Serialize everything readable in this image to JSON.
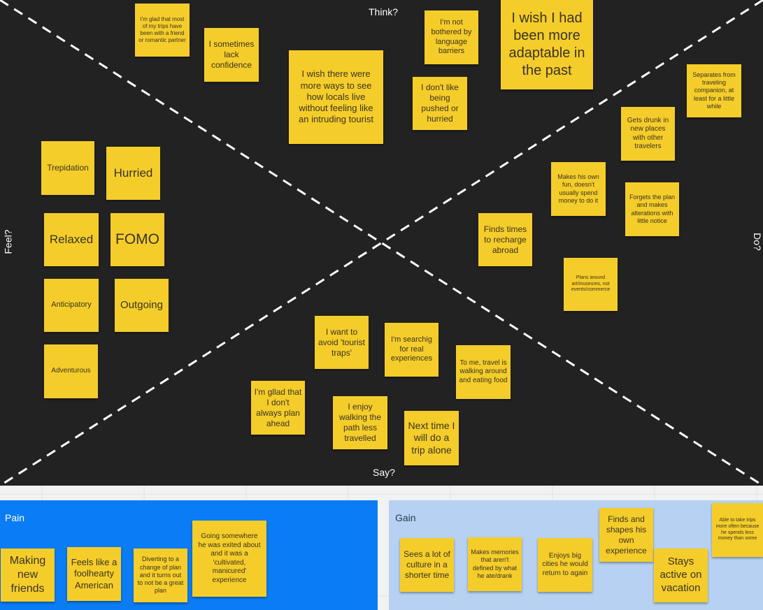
{
  "quadrants": {
    "think": "Think?",
    "do": "Do?",
    "say": "Say?",
    "feel": "Feel?"
  },
  "notes": [
    {
      "text": "I'm glad that most of my trips have been with a friend or romantic partner"
    },
    {
      "text": "I sometimes lack confidence"
    },
    {
      "text": "I wish there were more ways to see how locals live without feeling like an intruding tourist"
    },
    {
      "text": "I'm not bothered by language barriers"
    },
    {
      "text": "I don't like being pushed or hurried"
    },
    {
      "text": "I wish I had been more adaptable in the past"
    },
    {
      "text": "Separates from traveling companion, at least for a little while"
    },
    {
      "text": "Gets drunk in new places with other travelers"
    },
    {
      "text": "Makes his own fun, doesn't usually spend money to do it"
    },
    {
      "text": "Forgets the plan and makes alterations with little notice"
    },
    {
      "text": "Finds times to recharge abroad"
    },
    {
      "text": "Plans around art/museums, not events/commerce"
    },
    {
      "text": "Trepidation"
    },
    {
      "text": "Hurried"
    },
    {
      "text": "Relaxed"
    },
    {
      "text": "FOMO"
    },
    {
      "text": "Anticipatory"
    },
    {
      "text": "Outgoing"
    },
    {
      "text": "Adventurous"
    },
    {
      "text": "I want to avoid 'tourist traps'"
    },
    {
      "text": "I'm searchig for real experiences"
    },
    {
      "text": "To me, travel is walking around and eating food"
    },
    {
      "text": "I'm gllad that I don't always plan ahead"
    },
    {
      "text": "I enjoy walking the path less travelled"
    },
    {
      "text": "Next time I will do a trip alone"
    }
  ],
  "pain": {
    "title": "Pain",
    "notes": [
      {
        "text": "Making new friends"
      },
      {
        "text": "Feels like a foolhearty American"
      },
      {
        "text": "Diverting to a change of plan and it turns out to not be a great plan"
      },
      {
        "text": "Going somewhere he was exited about and it was a 'cultivated, manicured' experience"
      }
    ]
  },
  "gain": {
    "title": "Gain",
    "notes": [
      {
        "text": "Sees a lot of culture in a shorter time"
      },
      {
        "text": "Makes memories that aren't defined by what he ate/drank"
      },
      {
        "text": "Enjoys big cities he would return to again"
      },
      {
        "text": "Finds and shapes his own experience"
      },
      {
        "text": "Stays active on vacation"
      },
      {
        "text": "Able to take trips more often because he spends less money than some"
      }
    ]
  },
  "colors": {
    "board": "#222222",
    "note": "#f5cd2a",
    "pain": "#0a7cf5",
    "gain": "#b6d1f2"
  }
}
